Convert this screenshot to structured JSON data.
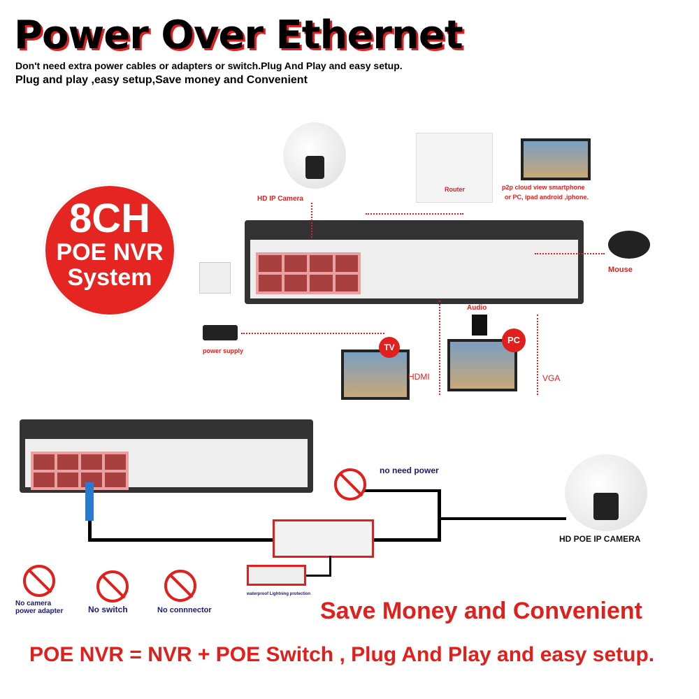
{
  "header": {
    "title": "Power Over Ethernet",
    "line1": "Don't need extra power cables or adapters or switch.Plug And Play and easy setup.",
    "line2": "Plug and play ,easy setup,Save money and Convenient"
  },
  "badge": {
    "line1": "8CH",
    "line2": "POE NVR",
    "line3": "System"
  },
  "labels": {
    "camera": "HD IP Camera",
    "router": "Router",
    "p2p1": "p2p cloud  view smartphone",
    "p2p2": "or PC, ipad android ,iphone.",
    "mouse": "Mouse",
    "power": "power supply",
    "audio": "Audio",
    "tv": "TV",
    "pc": "PC",
    "hdmi": "HDMI",
    "vga": "VGA"
  },
  "lower": {
    "no_power": "no need power",
    "poe_cam": "HD POE IP CAMERA",
    "waterproof": "waterproof Lightning protection",
    "no_adapter_1": "No camera",
    "no_adapter_2": "power adapter",
    "no_switch": "No switch",
    "no_connector": "No connnector"
  },
  "footer": {
    "save": "Save Money and Convenient",
    "equation": "POE NVR = NVR + POE Switch , Plug And Play and easy setup."
  },
  "colors": {
    "accent": "#e0201c",
    "navy": "#1a1a6e"
  }
}
